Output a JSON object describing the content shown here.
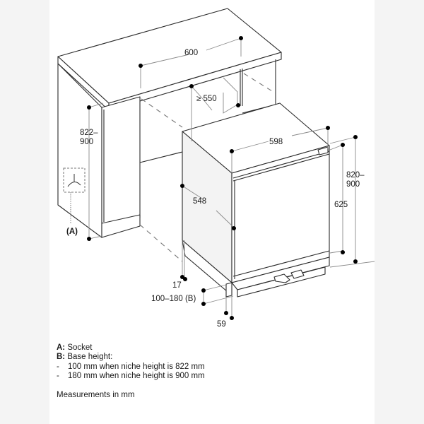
{
  "diagram": {
    "type": "installation-dimension-drawing",
    "subject": "Built-under refrigerator installation niche",
    "colors": {
      "background": "#f4f4f4",
      "panel": "#ffffff",
      "line": "#2a2a2a",
      "dimension_line": "#8a8a8a",
      "dimension_dot": "#000000"
    },
    "dimensions": {
      "countertop_width": "600",
      "niche_depth_min": "≥ 550",
      "niche_height": [
        "822–",
        "900"
      ],
      "appliance_width": "598",
      "appliance_depth": "548",
      "appliance_height": [
        "820–",
        "900"
      ],
      "door_height": "625",
      "side_offset": "17",
      "base_height": "100–180 (B)",
      "plinth_depth": "59"
    },
    "callouts": {
      "socket_marker": "(A)"
    }
  },
  "legend": {
    "a_key": "A:",
    "a_text": " Socket",
    "b_key": "B:",
    "b_text": " Base height:",
    "items": [
      {
        "bullet": "-",
        "text": "100 mm when niche height is 822 mm"
      },
      {
        "bullet": "-",
        "text": "180 mm when niche height is 900 mm"
      }
    ],
    "note": "Measurements in mm"
  }
}
